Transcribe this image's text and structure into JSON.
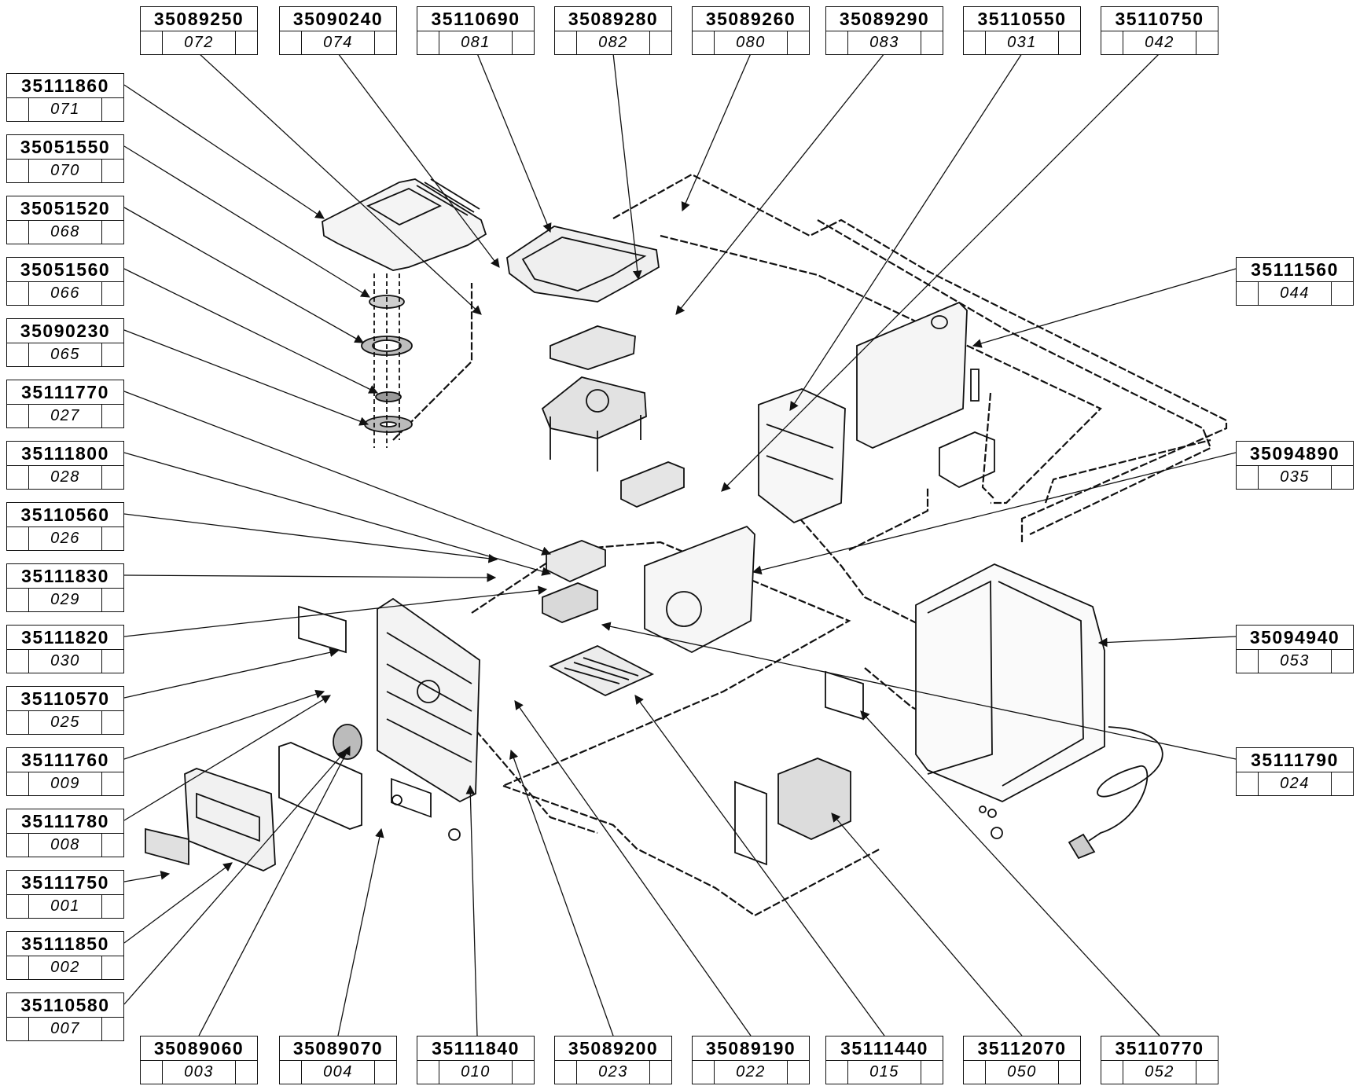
{
  "labels": {
    "t072": {
      "part": "35089250",
      "pos": "072"
    },
    "t074": {
      "part": "35090240",
      "pos": "074"
    },
    "t081": {
      "part": "35110690",
      "pos": "081"
    },
    "t082": {
      "part": "35089280",
      "pos": "082"
    },
    "t080": {
      "part": "35089260",
      "pos": "080"
    },
    "t083": {
      "part": "35089290",
      "pos": "083"
    },
    "t031": {
      "part": "35110550",
      "pos": "031"
    },
    "t042": {
      "part": "35110750",
      "pos": "042"
    },
    "l071": {
      "part": "35111860",
      "pos": "071"
    },
    "l070": {
      "part": "35051550",
      "pos": "070"
    },
    "l068": {
      "part": "35051520",
      "pos": "068"
    },
    "l066": {
      "part": "35051560",
      "pos": "066"
    },
    "l065": {
      "part": "35090230",
      "pos": "065"
    },
    "l027": {
      "part": "35111770",
      "pos": "027"
    },
    "l028": {
      "part": "35111800",
      "pos": "028"
    },
    "l026": {
      "part": "35110560",
      "pos": "026"
    },
    "l029": {
      "part": "35111830",
      "pos": "029"
    },
    "l030": {
      "part": "35111820",
      "pos": "030"
    },
    "l025": {
      "part": "35110570",
      "pos": "025"
    },
    "l009": {
      "part": "35111760",
      "pos": "009"
    },
    "l008": {
      "part": "35111780",
      "pos": "008"
    },
    "l001": {
      "part": "35111750",
      "pos": "001"
    },
    "l002": {
      "part": "35111850",
      "pos": "002"
    },
    "l007": {
      "part": "35110580",
      "pos": "007"
    },
    "r044": {
      "part": "35111560",
      "pos": "044"
    },
    "r035": {
      "part": "35094890",
      "pos": "035"
    },
    "r053": {
      "part": "35094940",
      "pos": "053"
    },
    "r024": {
      "part": "35111790",
      "pos": "024"
    },
    "b003": {
      "part": "35089060",
      "pos": "003"
    },
    "b004": {
      "part": "35089070",
      "pos": "004"
    },
    "b010": {
      "part": "35111840",
      "pos": "010"
    },
    "b023": {
      "part": "35089200",
      "pos": "023"
    },
    "b022": {
      "part": "35089190",
      "pos": "022"
    },
    "b015": {
      "part": "35111440",
      "pos": "015"
    },
    "b050": {
      "part": "35112070",
      "pos": "050"
    },
    "b052": {
      "part": "35110770",
      "pos": "052"
    }
  },
  "colors": {
    "ink": "#111111",
    "paper": "#ffffff"
  }
}
